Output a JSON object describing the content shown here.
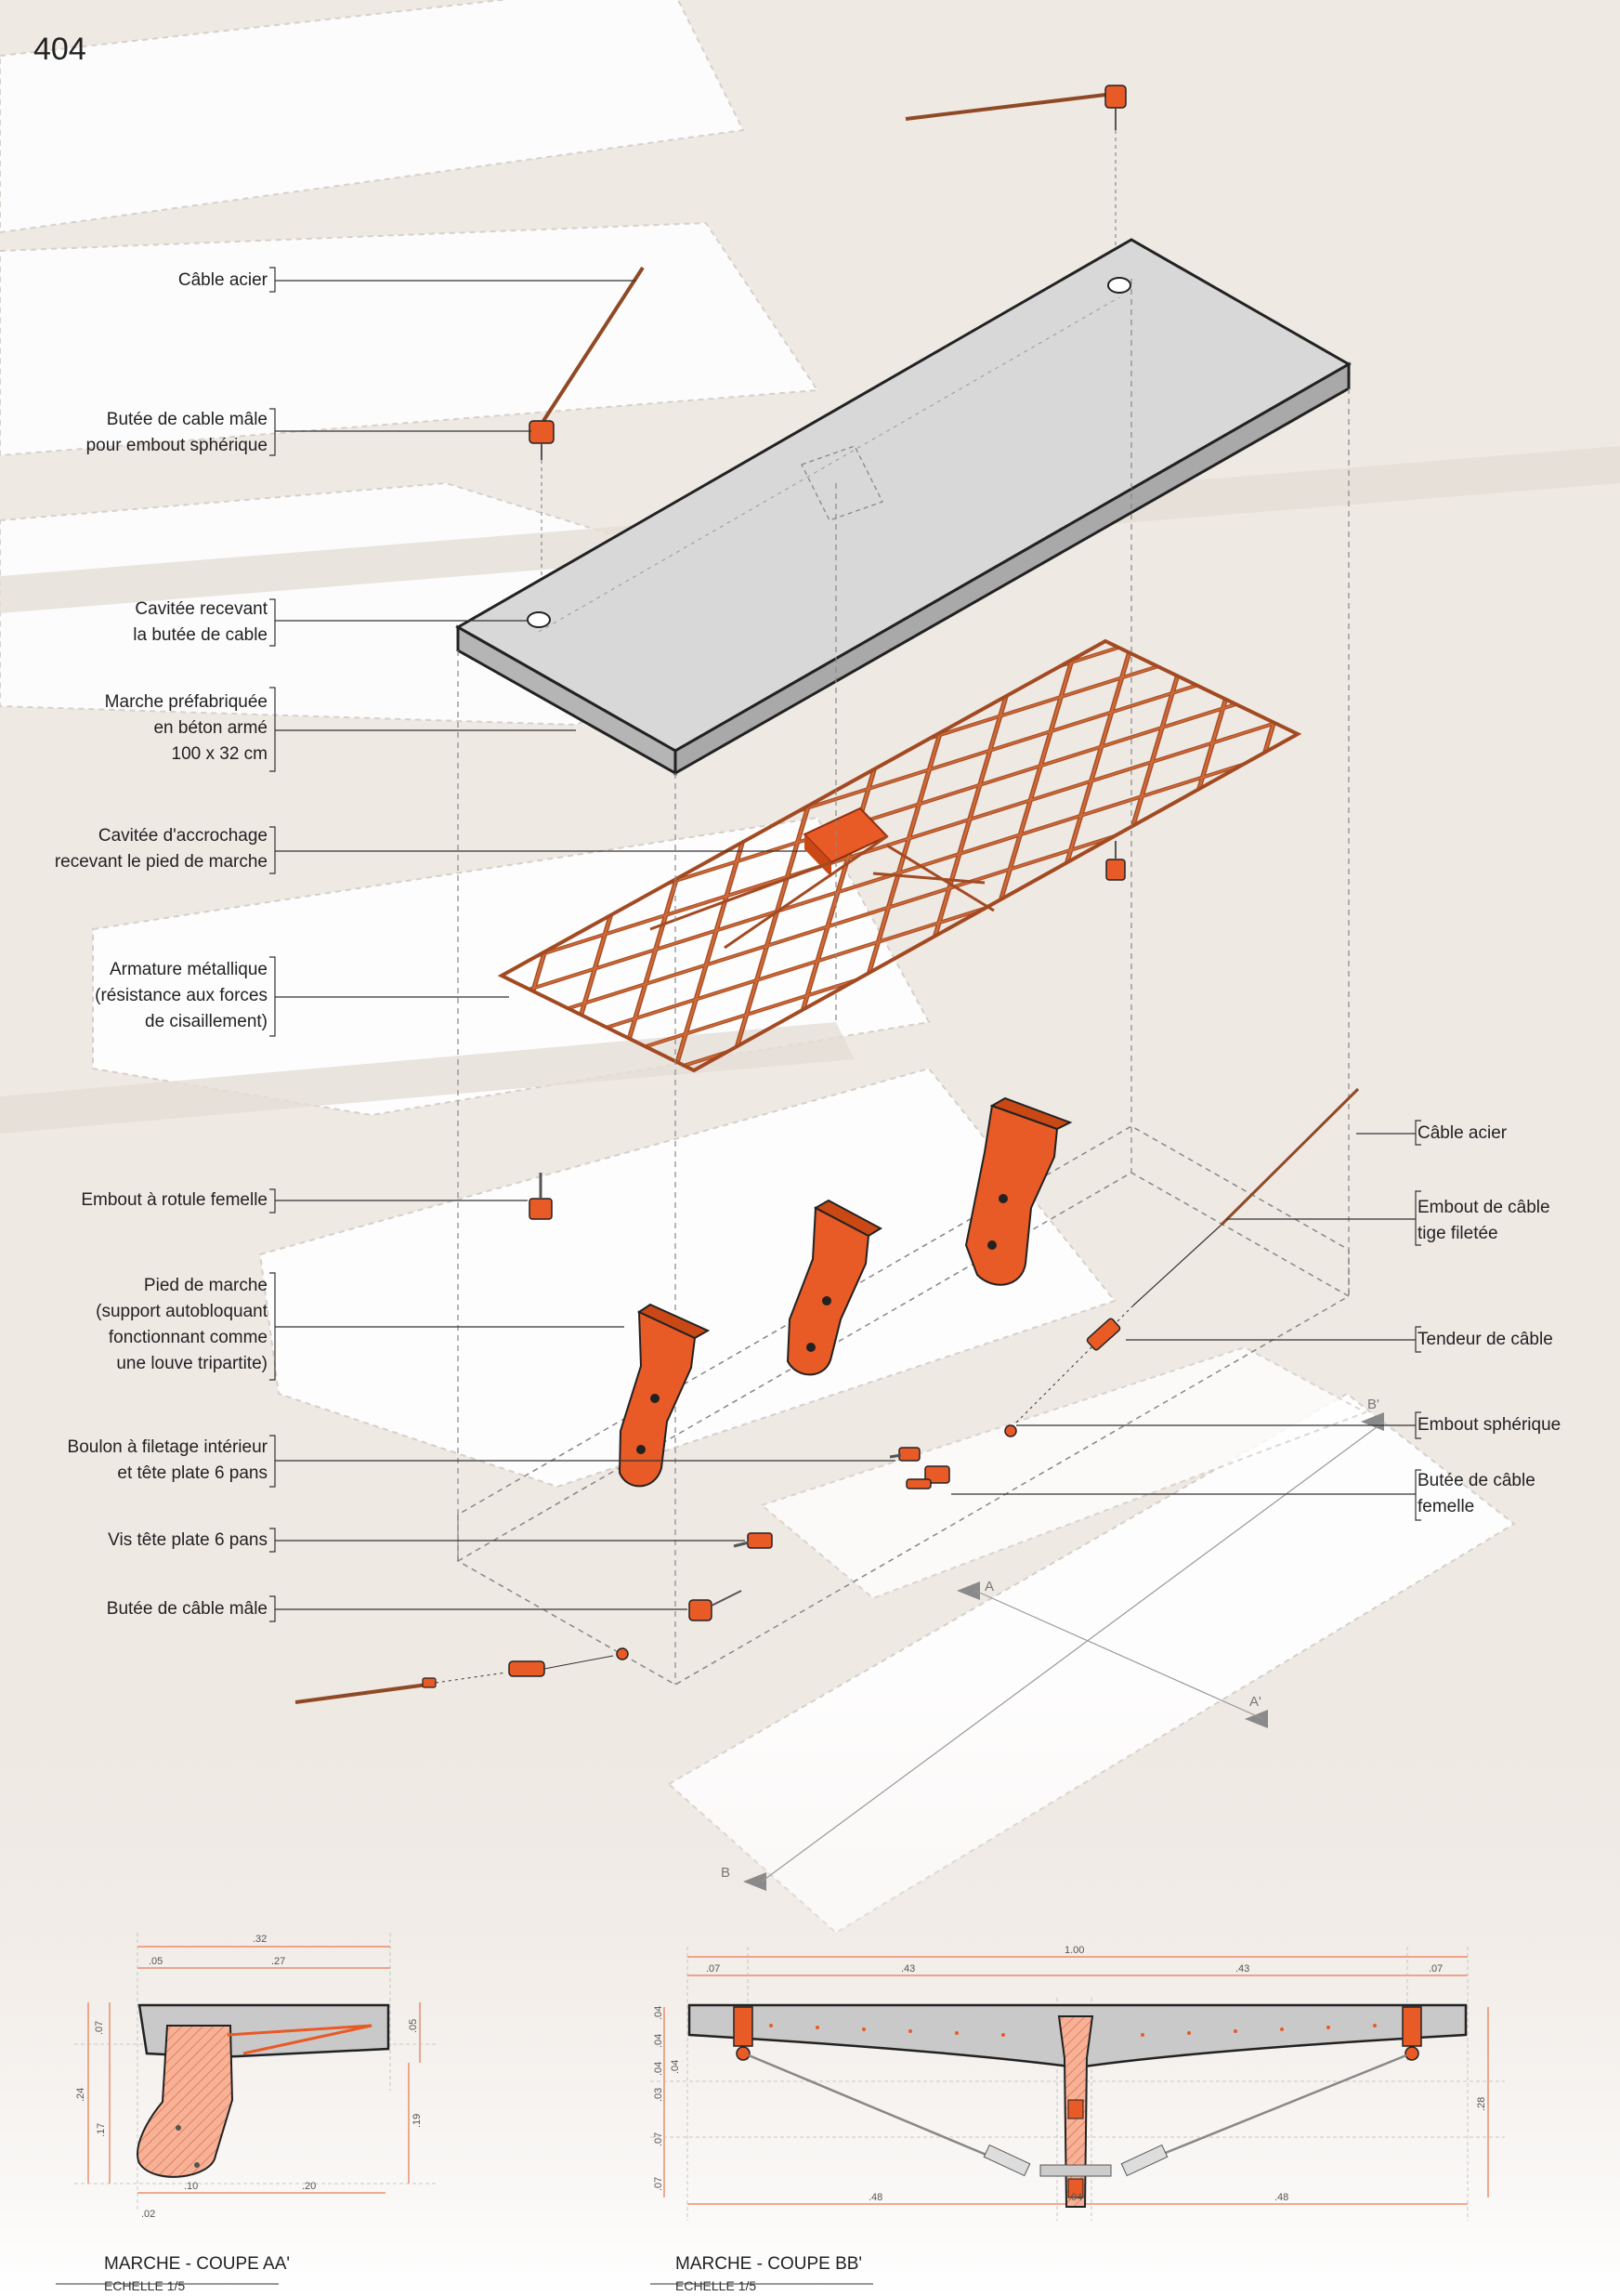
{
  "page_number": "404",
  "colors": {
    "accent": "#e85a26",
    "rebar": "#b5542a",
    "concrete": "#cfcfcf",
    "background": "#efe9e4"
  },
  "labels_left": [
    {
      "text": "Câble acier"
    },
    {
      "text": "Butée de cable mâle\npour embout sphérique"
    },
    {
      "text": "Cavitée recevant\nla butée de cable"
    },
    {
      "text": "Marche préfabriquée\nen béton armé\n100 x 32 cm"
    },
    {
      "text": "Cavitée d'accrochage\nrecevant le pied de marche"
    },
    {
      "text": "Armature métallique\n(résistance aux forces\nde cisaillement)"
    },
    {
      "text": "Embout à rotule femelle"
    },
    {
      "text": "Pied de marche\n(support autobloquant\nfonctionnant comme\nune louve tripartite)"
    },
    {
      "text": "Boulon à filetage intérieur\net tête plate 6 pans"
    },
    {
      "text": "Vis tête plate 6 pans"
    },
    {
      "text": "Butée de câble mâle"
    }
  ],
  "labels_right": [
    {
      "text": "Câble acier"
    },
    {
      "text": "Embout de câble\ntige filetée"
    },
    {
      "text": "Tendeur de câble"
    },
    {
      "text": "Embout sphérique"
    },
    {
      "text": "Butée de câble\nfemelle"
    }
  ],
  "section_markers": [
    "A",
    "A'",
    "B",
    "B'"
  ],
  "section_aa": {
    "title": "MARCHE - COUPE AA'",
    "scale": "ECHELLE 1/5",
    "dims_top": [
      ".32",
      ".05",
      ".27"
    ],
    "dims_left": [
      ".07",
      ".24",
      ".17"
    ],
    "dims_right": [
      ".05",
      ".19"
    ],
    "dims_bottom": [
      ".10",
      ".20",
      ".02"
    ]
  },
  "section_bb": {
    "title": "MARCHE - COUPE BB'",
    "scale": "ECHELLE 1/5",
    "dims_top": [
      "1.00",
      ".07",
      ".43",
      ".43",
      ".07"
    ],
    "dims_left": [
      ".04",
      ".04",
      ".04",
      ".04",
      ".03",
      ".07",
      ".07"
    ],
    "dims_right": [
      ".28"
    ],
    "dims_bottom": [
      ".48",
      ".04",
      ".48"
    ]
  }
}
